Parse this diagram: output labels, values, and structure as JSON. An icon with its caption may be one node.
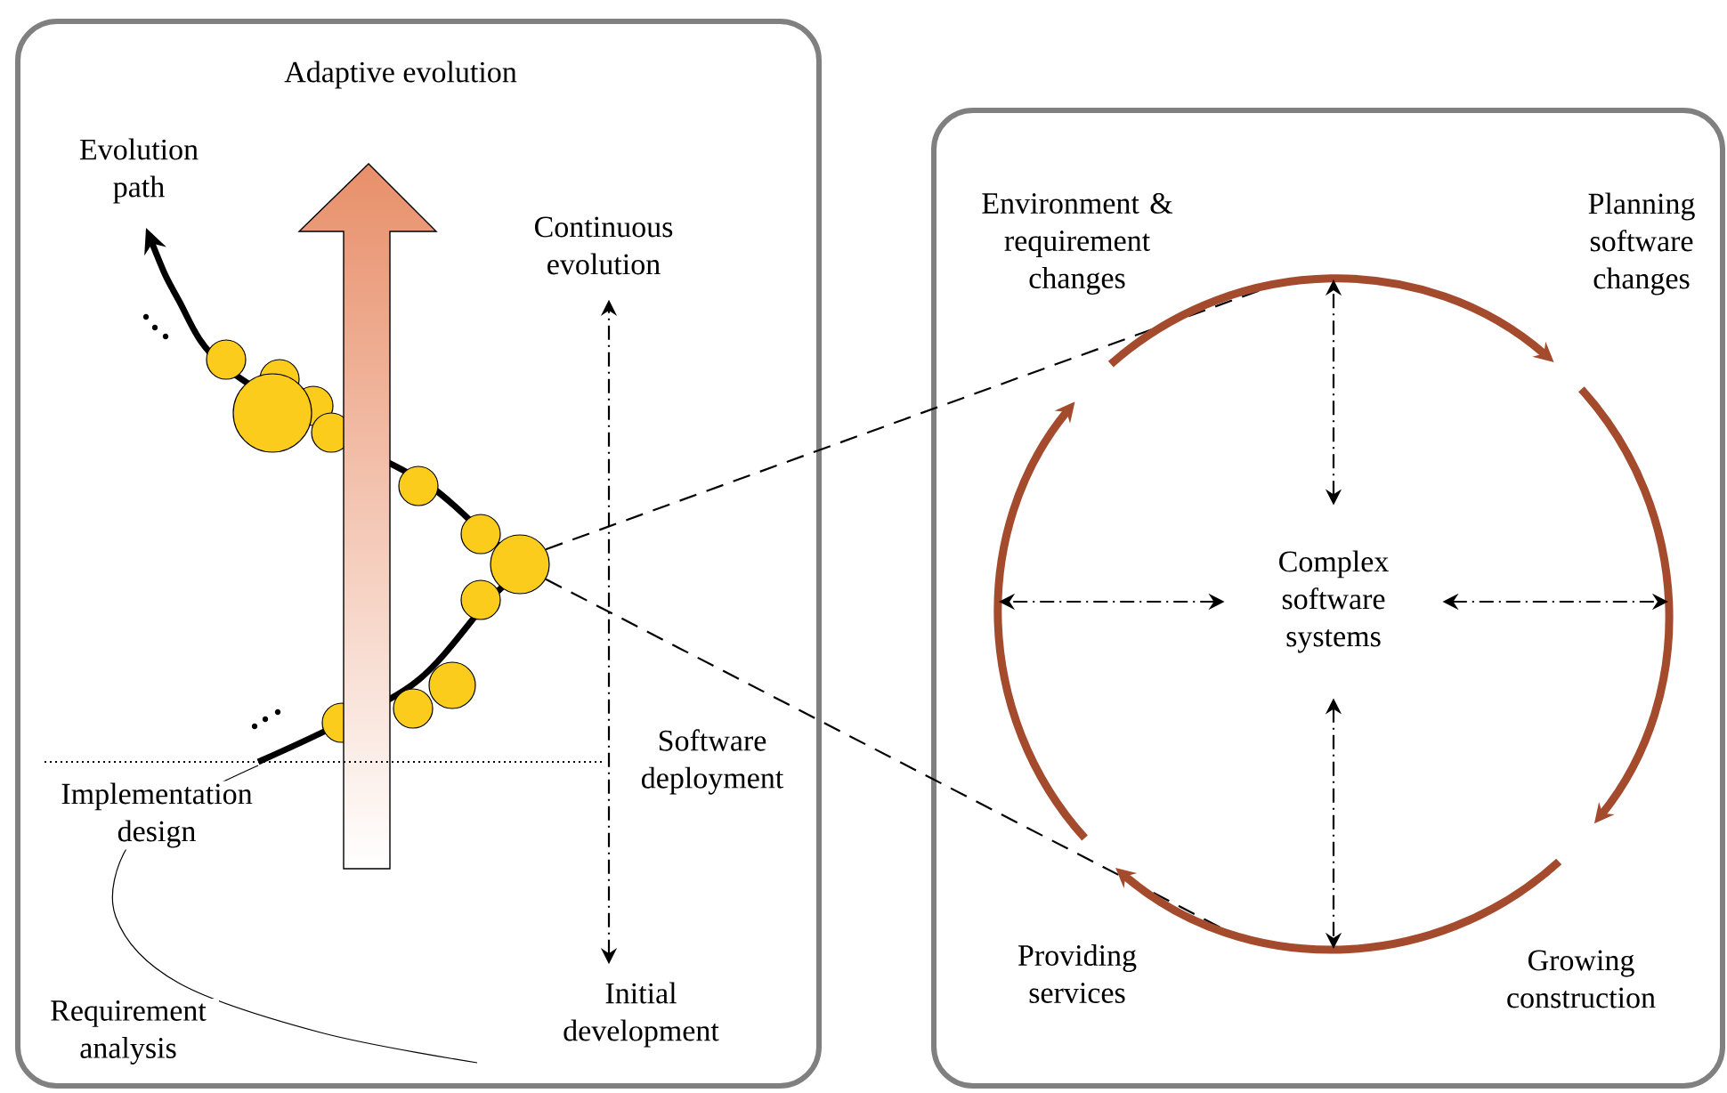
{
  "diagram": {
    "nodes": [
      {
        "text": [
          "Adaptive evolution"
        ]
      },
      {
        "text": [
          "Continuous evolution"
        ],
        "in": 0
      },
      {
        "text": [
          "Initial development"
        ],
        "in": 0
      },
      {
        "text": [],
        "shape": "circle",
        "in": 0
      },
      {
        "text": [],
        "shape": "box"
      },
      {
        "text": [
          "Environment & requirement changes"
        ],
        "in": 4
      },
      {
        "text": [
          "Planning software changes"
        ],
        "in": 4
      },
      {
        "text": [
          "Complex software systems"
        ],
        "in": 4
      },
      {
        "text": [
          "Providing services"
        ],
        "in": 4
      },
      {
        "text": [
          "Growing construction"
        ],
        "in": 4
      }
    ],
    "edges": [
      {
        "from": 3,
        "to": null,
        "arrow": "none",
        "style": "dashed",
        "color": "#000000"
      },
      {
        "from": 3,
        "to": null,
        "arrow": "none",
        "style": "dashed",
        "color": "#000000"
      },
      {
        "from": 2,
        "to": 1,
        "arrow": "both",
        "style": "dashed",
        "color": "#000000"
      },
      {
        "from": 5,
        "to": 6,
        "arrow": "to",
        "style": "thick",
        "color": "#a44b2e"
      },
      {
        "from": 6,
        "to": 9,
        "arrow": "to",
        "style": "thick",
        "color": "#a44b2e"
      },
      {
        "from": 9,
        "to": 8,
        "arrow": "to",
        "style": "thick",
        "color": "#a44b2e"
      },
      {
        "from": 8,
        "to": 5,
        "arrow": "to",
        "style": "thick",
        "color": "#a44b2e"
      },
      {
        "from": 7,
        "to": null,
        "arrow": "both",
        "style": "dashed",
        "color": "#000000"
      },
      {
        "from": 7,
        "to": null,
        "arrow": "both",
        "style": "dashed",
        "color": "#000000"
      },
      {
        "from": 7,
        "to": null,
        "arrow": "both",
        "style": "dashed",
        "color": "#000000"
      },
      {
        "from": 7,
        "to": null,
        "arrow": "both",
        "style": "dashed",
        "color": "#000000"
      }
    ],
    "labels": [
      "Evolution path",
      "Software deployment",
      "Implementation design",
      "Requirement analysis"
    ]
  }
}
